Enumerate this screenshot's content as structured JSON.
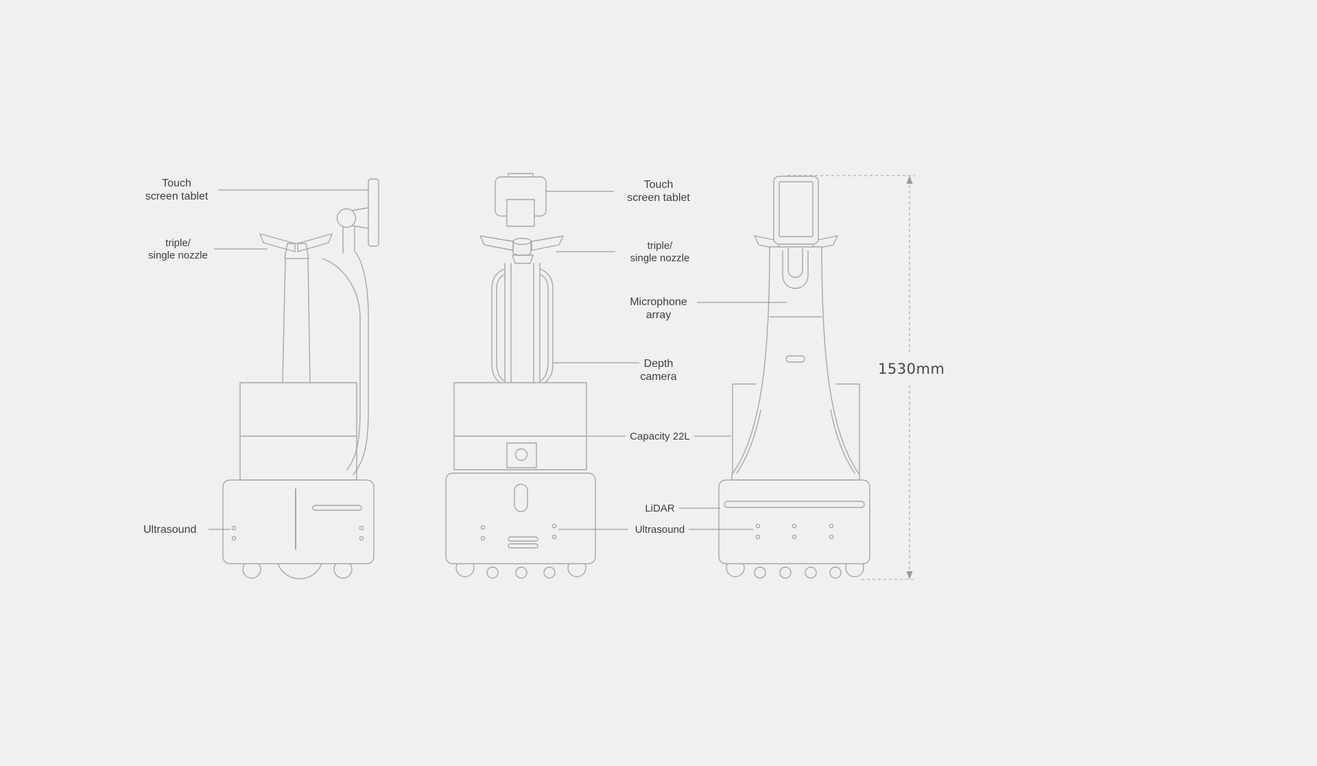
{
  "theme": {
    "background": "#f0f0ee",
    "drawing_line_color": "#a6a6a6",
    "leader_line_color": "#8a8a8a",
    "text_color": "#3e3e3e"
  },
  "labels": {
    "side_view": {
      "touch_screen_tablet": "Touch\nscreen tablet",
      "nozzle": "triple/\nsingle nozzle",
      "ultrasound": "Ultrasound"
    },
    "front_back_views": {
      "touch_screen_tablet": "Touch\nscreen tablet",
      "nozzle": "triple/\nsingle nozzle",
      "microphone_array": "Microphone\narray",
      "depth_camera": "Depth\ncamera",
      "capacity": "Capacity 22L",
      "lidar": "LiDAR",
      "ultrasound": "Ultrasound"
    },
    "dimension": {
      "height": "1530mm"
    }
  }
}
